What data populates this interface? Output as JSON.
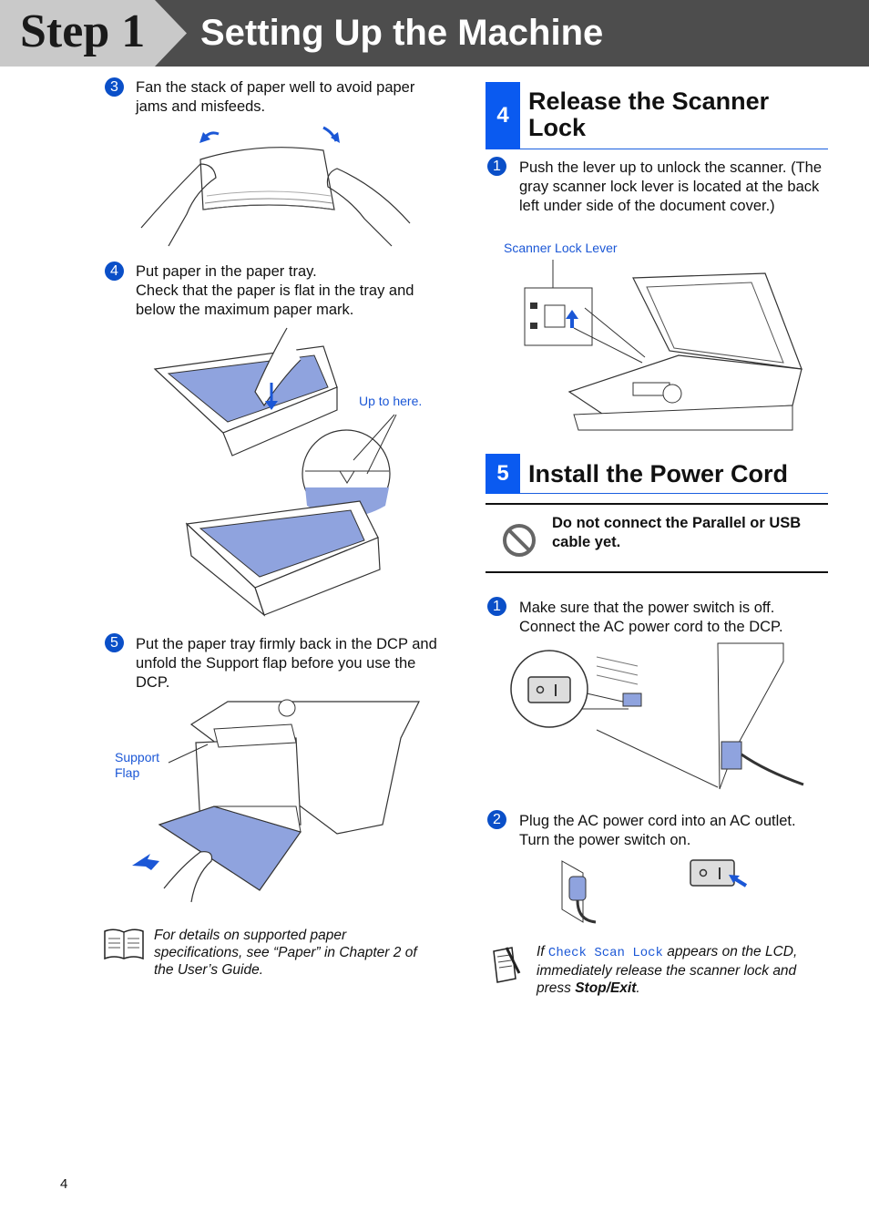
{
  "header": {
    "step_label": "Step 1",
    "title": "Setting Up the Machine"
  },
  "left": {
    "step3": {
      "number": "3",
      "text": "Fan the stack of paper well to avoid paper jams and misfeeds."
    },
    "step4": {
      "number": "4",
      "line1": "Put paper in the paper tray.",
      "line2": "Check that the paper is flat in the tray and below the maximum paper mark."
    },
    "tray_caption": "Up to here.",
    "step5": {
      "number": "5",
      "text": "Put the paper tray firmly back in the DCP and unfold the Support flap before you use the DCP."
    },
    "support_flap_line1": "Support",
    "support_flap_line2": "Flap",
    "note": "For details on supported paper specifications, see “Paper” in Chapter 2 of the User’s Guide."
  },
  "right": {
    "section4": {
      "number": "4",
      "title_line1": "Release the Scanner",
      "title_line2": "Lock",
      "step1": {
        "number": "1",
        "text": "Push the lever up to unlock the scanner. (The gray scanner lock lever is located at the back left under side of the document cover.)"
      },
      "lever_caption": "Scanner Lock Lever"
    },
    "section5": {
      "number": "5",
      "title": "Install the Power Cord",
      "warning": "Do not connect the Parallel or USB cable yet.",
      "step1": {
        "number": "1",
        "line1": "Make sure that the power switch is off.",
        "line2": "Connect the AC power cord to the DCP."
      },
      "step2": {
        "number": "2",
        "line1": "Plug the AC power cord into an AC outlet.",
        "line2": "Turn the power switch on."
      },
      "note_if": "If ",
      "note_lcd": "Check Scan Lock",
      "note_mid": " appears on the LCD, immediately release the scanner lock and press ",
      "note_key": "Stop/Exit",
      "note_end": "."
    }
  },
  "footer": {
    "page_number": "4"
  },
  "colors": {
    "accent": "#0a5af0",
    "header_bg": "#4d4d4d",
    "caption": "#1b57d6",
    "paper": "#8fa3de"
  }
}
